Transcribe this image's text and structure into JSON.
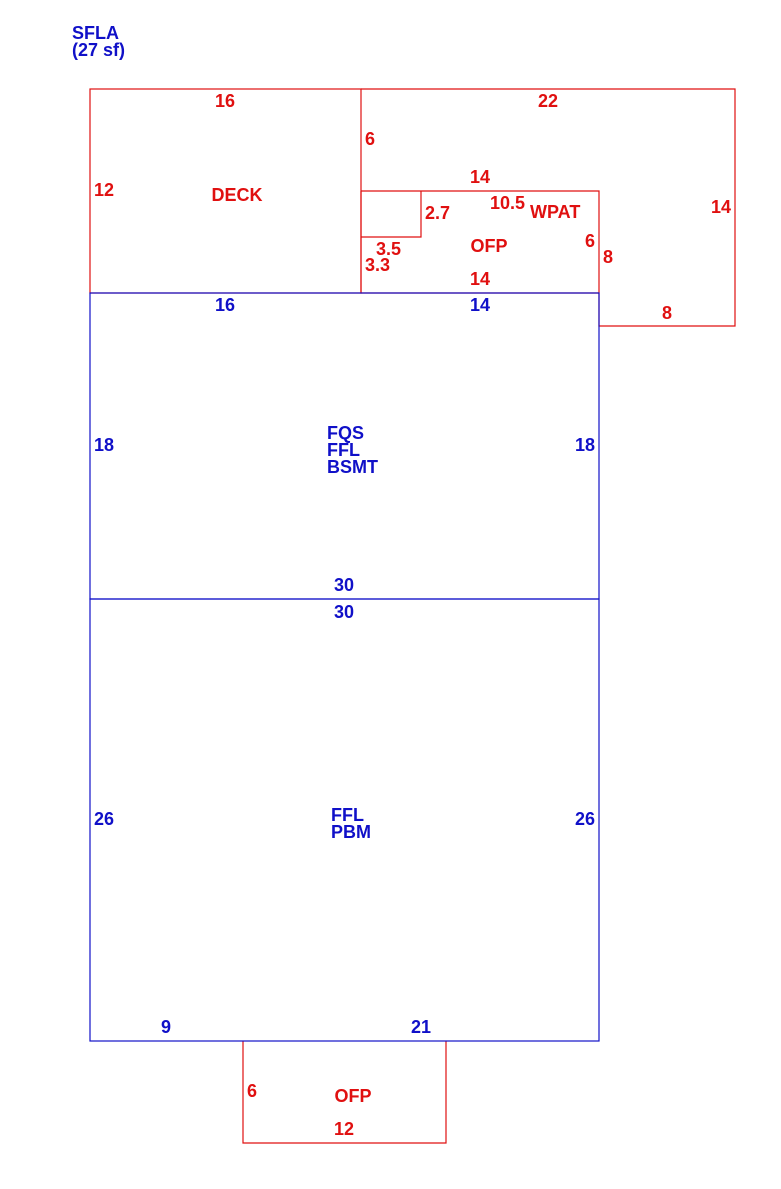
{
  "header": {
    "title": "SFLA",
    "subtitle": "(27 sf)"
  },
  "colors": {
    "blue": "#1010c8",
    "red": "#e01010"
  },
  "areas": {
    "deck": {
      "name": "DECK",
      "dims": {
        "top": "16",
        "left": "12"
      }
    },
    "wpat": {
      "name": "WPAT",
      "dims": {
        "top": "22",
        "right": "14",
        "bottom": "8",
        "inner_left": "6",
        "inner_bottom": "8",
        "diag": "10.5"
      }
    },
    "ofp_rear": {
      "name": "OFP",
      "dims": {
        "top": "14",
        "bottom": "14",
        "right": "6",
        "notch_right": "2.7",
        "notch_bottom": "3.5",
        "notch_left": "3.3"
      }
    },
    "upper_block": {
      "labels": [
        "FQS",
        "FFL",
        "BSMT"
      ],
      "dims": {
        "top_left": "16",
        "top_right": "14",
        "left": "18",
        "right": "18",
        "bottom": "30"
      }
    },
    "lower_block": {
      "labels": [
        "FFL",
        "PBM"
      ],
      "dims": {
        "top": "30",
        "left": "26",
        "right": "26",
        "bottom_left": "9",
        "bottom_right": "21"
      }
    },
    "ofp_front": {
      "name": "OFP",
      "dims": {
        "left": "6",
        "bottom": "12"
      }
    }
  }
}
